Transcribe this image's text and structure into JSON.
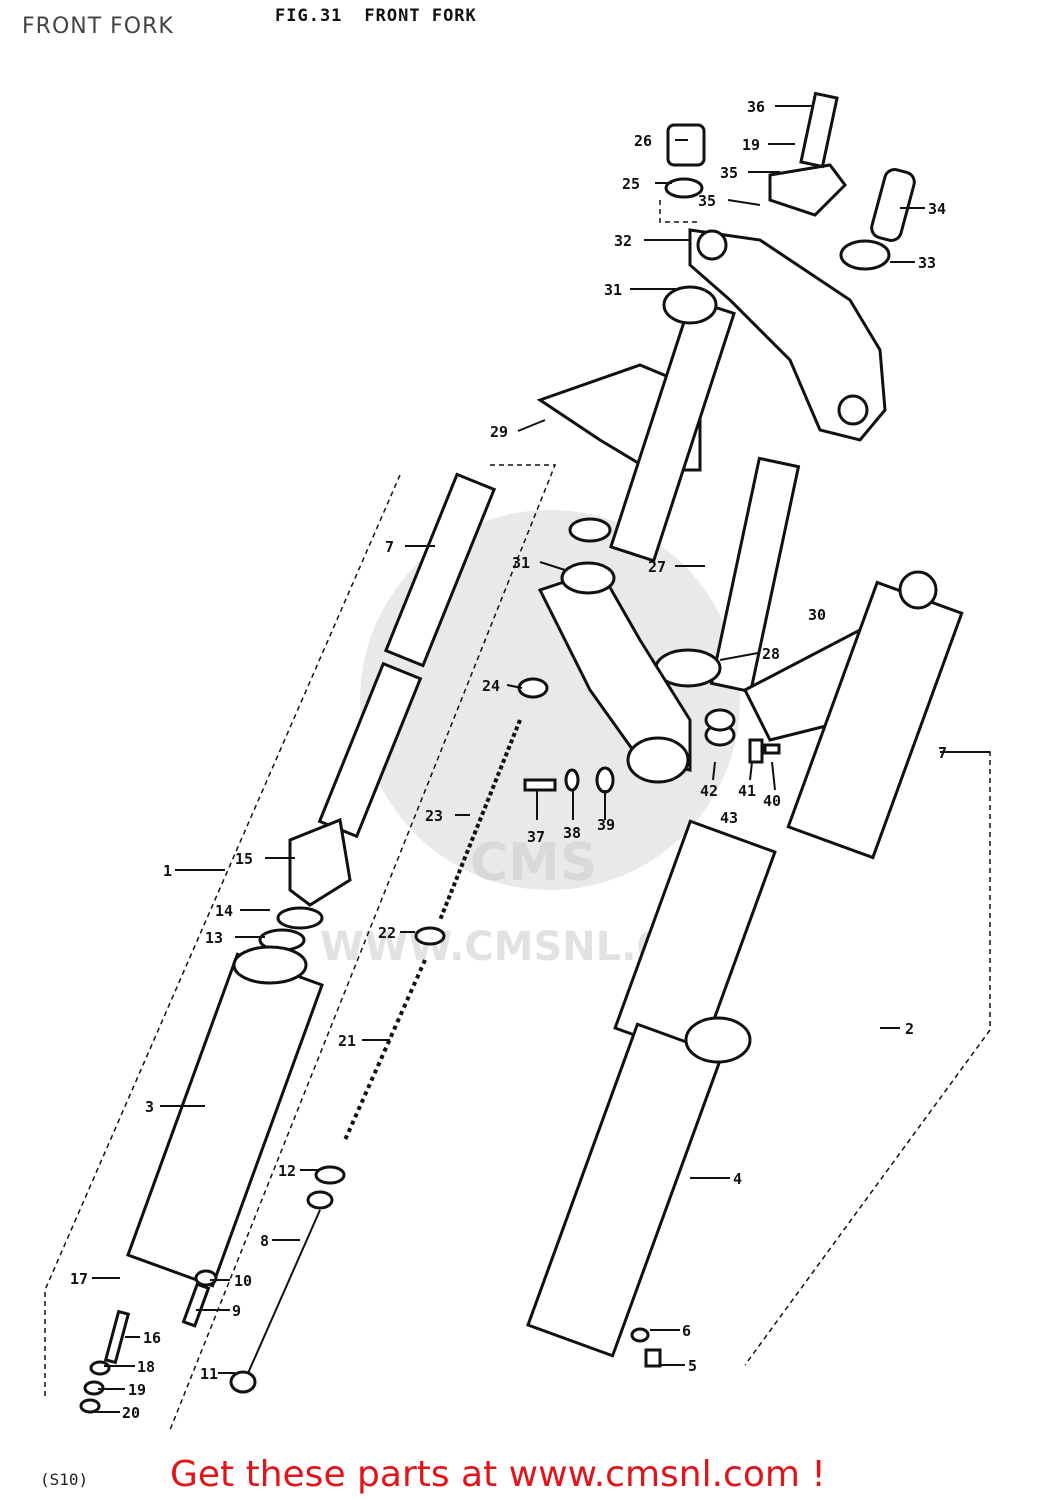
{
  "page_title": "FRONT FORK",
  "figure": {
    "number": "FIG.31",
    "title": "FRONT FORK"
  },
  "model_code": "(S10)",
  "promo_text": "Get these parts at www.cmsnl.com !",
  "watermark": {
    "text": "WWW.CMSNL.COM",
    "brand": "CMS"
  },
  "colors": {
    "line": "#111111",
    "promo": "#e0141a",
    "watermark": "#cfcfcf"
  },
  "callouts": [
    {
      "id": "c36",
      "label": "36"
    },
    {
      "id": "c19a",
      "label": "19"
    },
    {
      "id": "c26",
      "label": "26"
    },
    {
      "id": "c35a",
      "label": "35"
    },
    {
      "id": "c25",
      "label": "25"
    },
    {
      "id": "c35b",
      "label": "35"
    },
    {
      "id": "c34",
      "label": "34"
    },
    {
      "id": "c32",
      "label": "32"
    },
    {
      "id": "c33",
      "label": "33"
    },
    {
      "id": "c31a",
      "label": "31"
    },
    {
      "id": "c29",
      "label": "29"
    },
    {
      "id": "c7a",
      "label": "7"
    },
    {
      "id": "c31b",
      "label": "31"
    },
    {
      "id": "c27",
      "label": "27"
    },
    {
      "id": "c30",
      "label": "30"
    },
    {
      "id": "c28",
      "label": "28"
    },
    {
      "id": "c24",
      "label": "24"
    },
    {
      "id": "c7b",
      "label": "7"
    },
    {
      "id": "c42",
      "label": "42"
    },
    {
      "id": "c41",
      "label": "41"
    },
    {
      "id": "c40",
      "label": "40"
    },
    {
      "id": "c43",
      "label": "43"
    },
    {
      "id": "c23",
      "label": "23"
    },
    {
      "id": "c37",
      "label": "37"
    },
    {
      "id": "c38",
      "label": "38"
    },
    {
      "id": "c39",
      "label": "39"
    },
    {
      "id": "c1",
      "label": "1"
    },
    {
      "id": "c15",
      "label": "15"
    },
    {
      "id": "c14",
      "label": "14"
    },
    {
      "id": "c13",
      "label": "13"
    },
    {
      "id": "c22",
      "label": "22"
    },
    {
      "id": "c2",
      "label": "2"
    },
    {
      "id": "c21",
      "label": "21"
    },
    {
      "id": "c3",
      "label": "3"
    },
    {
      "id": "c4",
      "label": "4"
    },
    {
      "id": "c12",
      "label": "12"
    },
    {
      "id": "c8",
      "label": "8"
    },
    {
      "id": "c17",
      "label": "17"
    },
    {
      "id": "c10",
      "label": "10"
    },
    {
      "id": "c9",
      "label": "9"
    },
    {
      "id": "c16",
      "label": "16"
    },
    {
      "id": "c6",
      "label": "6"
    },
    {
      "id": "c18",
      "label": "18"
    },
    {
      "id": "c11",
      "label": "11"
    },
    {
      "id": "c5",
      "label": "5"
    },
    {
      "id": "c19b",
      "label": "19"
    },
    {
      "id": "c20",
      "label": "20"
    }
  ]
}
